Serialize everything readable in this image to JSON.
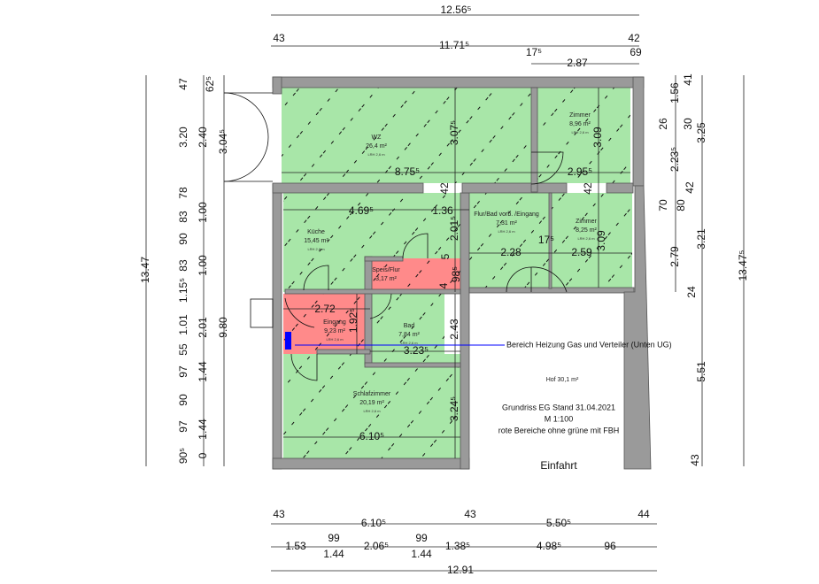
{
  "colors": {
    "heated_floor": "#a8e6a8",
    "no_floor_heating": "#ff8a8a",
    "wall": "#9a9a9a",
    "heating_marker": "#0000ff"
  },
  "rooms": [
    {
      "name": "WZ",
      "area": "26,4 m²",
      "lrh": "LRH 2,6 m"
    },
    {
      "name": "Zimmer",
      "area": "8,96 m²",
      "lrh": "LRH 2,6 m"
    },
    {
      "name": "Küche",
      "area": "15,45 m²",
      "lrh": "LRH 2,6 m"
    },
    {
      "name": "Flur/Bad vorb. /Eingang",
      "area": "7,31 m²",
      "lrh": "LRH 2,6 m"
    },
    {
      "name": "Zimmer",
      "area": "8,25 m²",
      "lrh": "LRH 2,6 m"
    },
    {
      "name": "Speis/Flur",
      "area": "3,17 m²"
    },
    {
      "name": "Eingang",
      "area": "9,23 m²",
      "lrh": "LRH 2,6 m"
    },
    {
      "name": "Bad",
      "area": "7,84 m²",
      "lrh": "LRH 2,6 m"
    },
    {
      "name": "Schlafzimmer",
      "area": "20,19 m²",
      "lrh": "LRH 2,6 m"
    }
  ],
  "annotations": {
    "heating": "Bereich Heizung Gas und Verteiler (Unten UG)",
    "hof": "Hof 30,1 m²",
    "title": "Grundriss EG Stand 31.04.2021",
    "scale": "M 1:100",
    "legend": "rote Bereiche ohne grüne mit FBH",
    "einfahrt": "Einfahrt"
  },
  "dimensions": {
    "top": [
      "12.56⁵",
      "43",
      "11.71⁵",
      "42",
      "17⁵",
      "2.87",
      "69"
    ],
    "left": [
      "47",
      "3.20",
      "78",
      "83",
      "90",
      "83",
      "1.15⁵",
      "1.01",
      "55",
      "97",
      "90",
      "97",
      "90⁵",
      "62⁵",
      "2.40",
      "1.00",
      "1.00",
      "2.01",
      "1.44",
      "1.44",
      "0",
      "3.04⁵",
      "9.80",
      "13.47"
    ],
    "right": [
      "1.56",
      "26",
      "2.23⁵",
      "70",
      "2.79",
      "41",
      "30",
      "42",
      "80",
      "24",
      "43",
      "3.25",
      "3.21",
      "5.51",
      "13.47⁵"
    ],
    "inner": [
      "8.75⁵",
      "2.95⁵",
      "3.07⁵",
      "3.09",
      "42",
      "42",
      "4.69⁵",
      "1.36",
      "2.01⁵",
      "2.28",
      "17⁵",
      "2.59",
      "3.09",
      "5",
      "98⁵",
      "4",
      "2.72",
      "1.92⁵",
      "2.43",
      "3.23⁵",
      "3.24⁵",
      "6.10⁵"
    ],
    "bottom": [
      "43",
      "6.10⁵",
      "43",
      "5.50⁵",
      "44",
      "1.53",
      "99",
      "1.44",
      "2.06⁵",
      "99",
      "1.44",
      "1.38⁵",
      "4.98⁵",
      "96",
      "12.91"
    ]
  }
}
